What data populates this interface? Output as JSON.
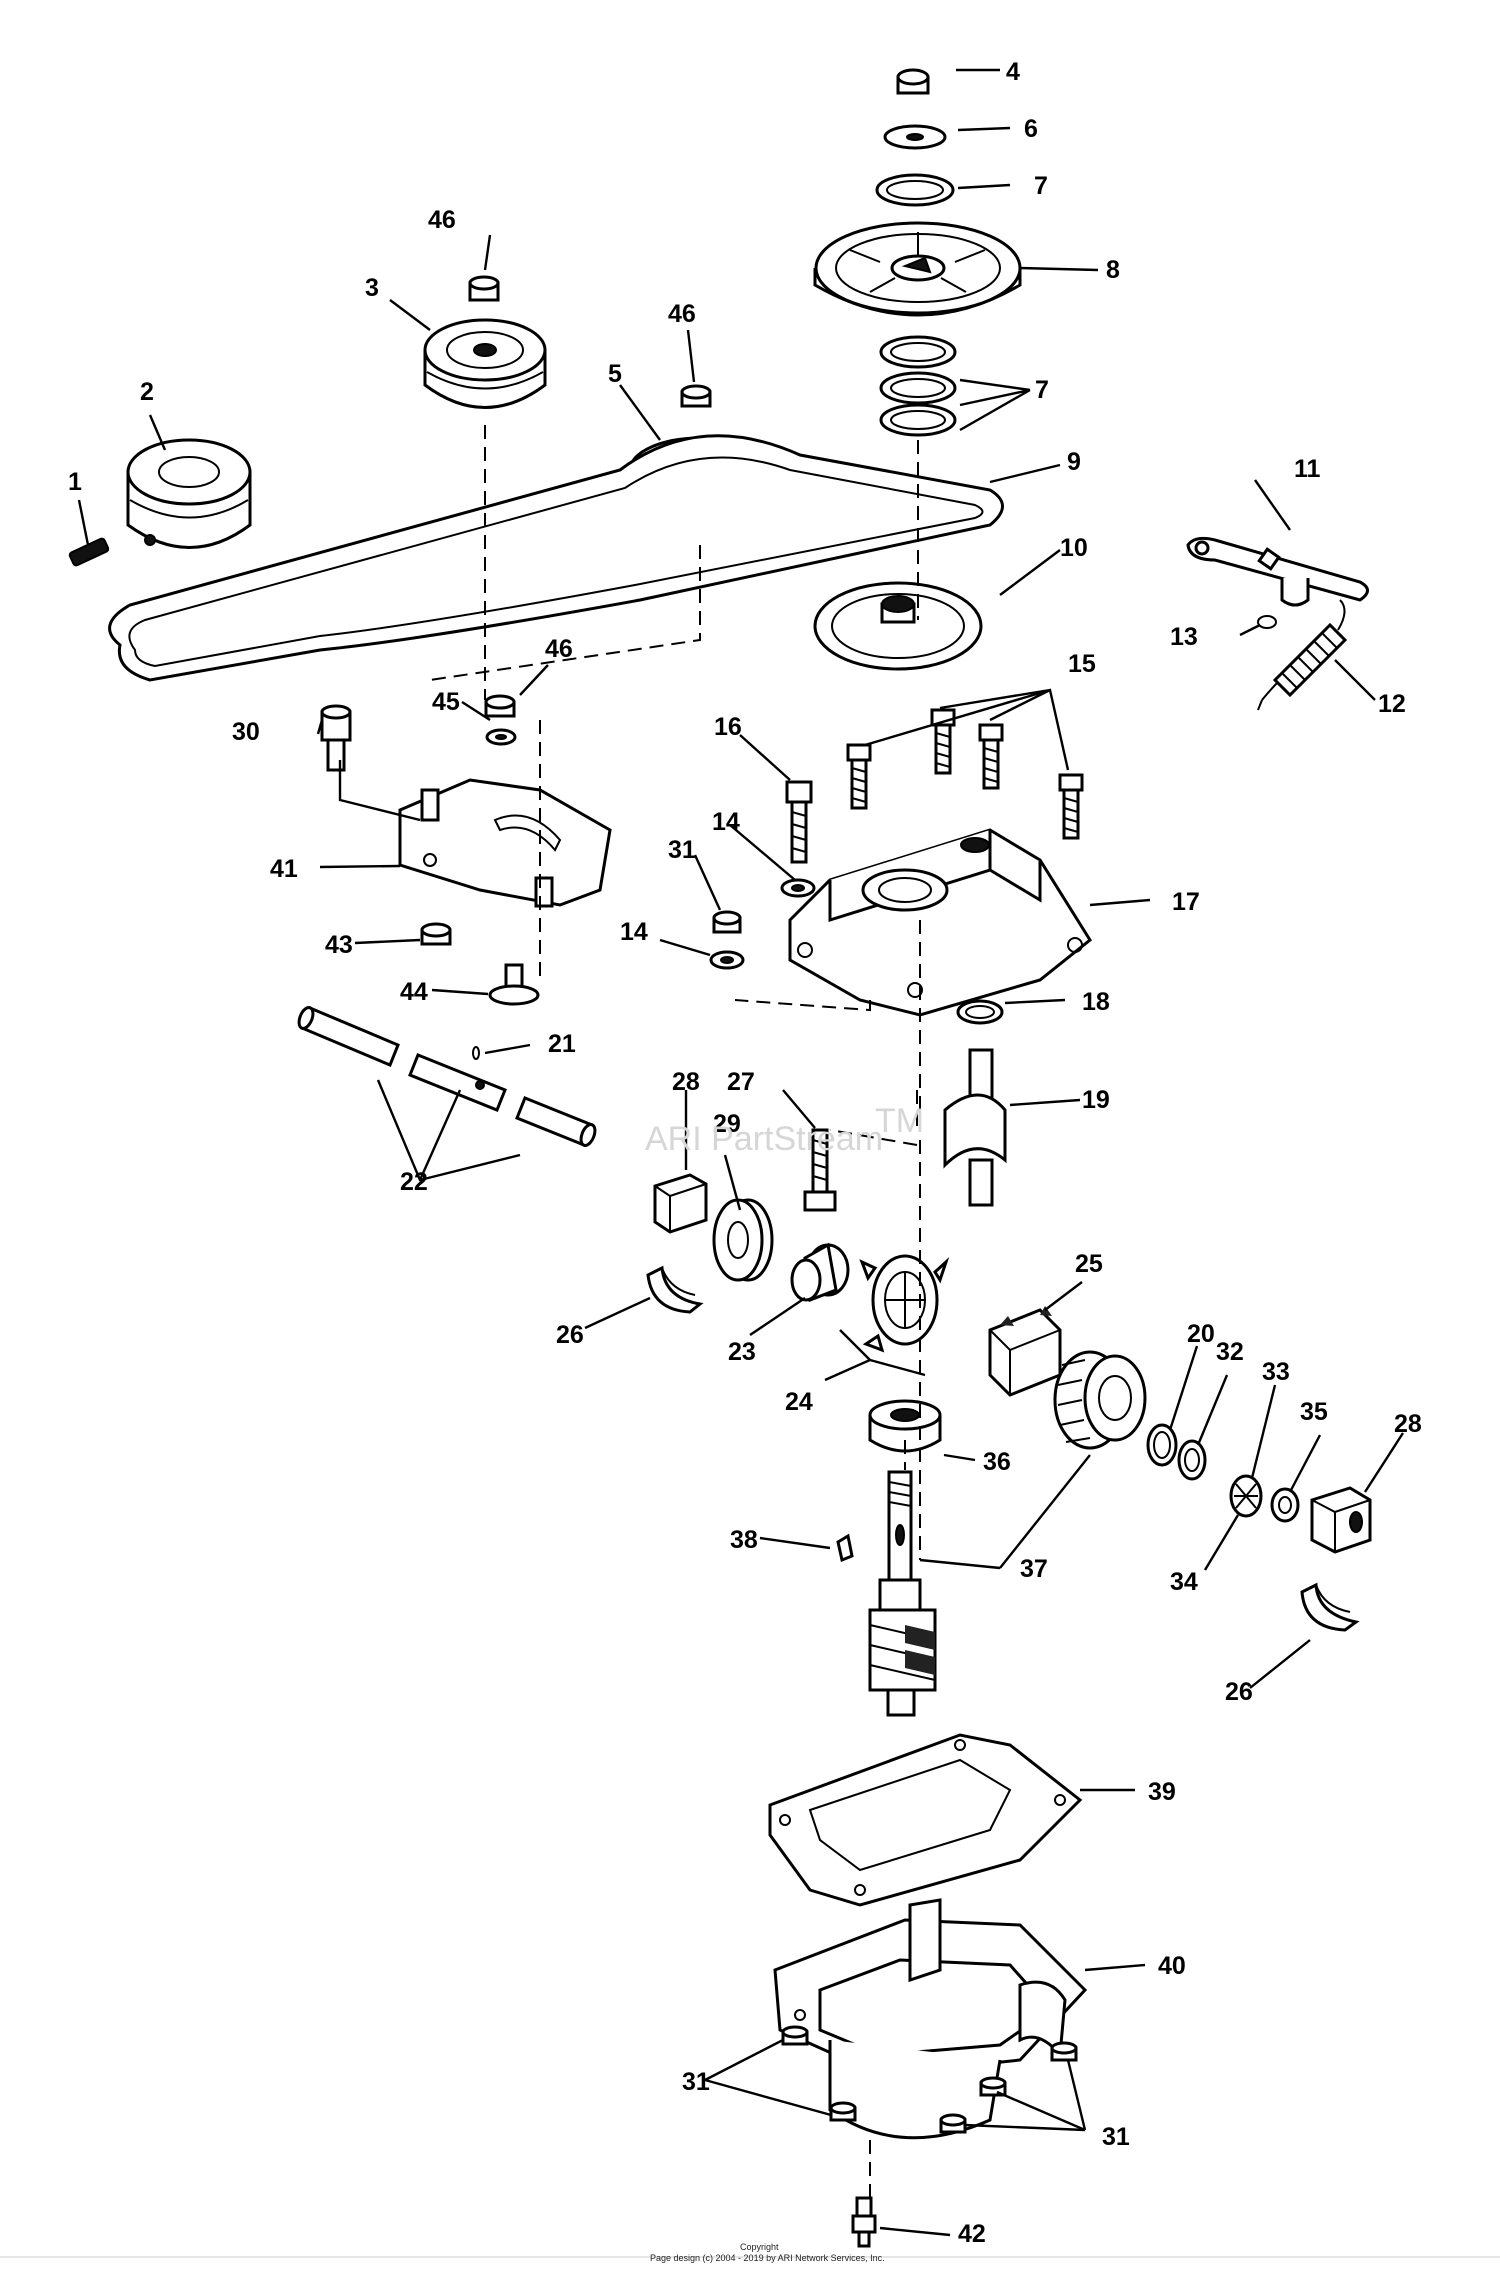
{
  "watermark": "ARI PartStream",
  "watermark_tm": "TM",
  "footer": {
    "line1": "Copyright",
    "line2": "Page design (c) 2004 - 2019 by ARI Network Services, Inc."
  },
  "callouts": {
    "c1": "1",
    "c2": "2",
    "c3": "3",
    "c4": "4",
    "c5": "5",
    "c6": "6",
    "c7a": "7",
    "c7b": "7",
    "c8": "8",
    "c9": "9",
    "c10": "10",
    "c11": "11",
    "c12": "12",
    "c13": "13",
    "c14a": "14",
    "c14b": "14",
    "c15": "15",
    "c16": "16",
    "c17": "17",
    "c18": "18",
    "c19": "19",
    "c20": "20",
    "c21": "21",
    "c22": "22",
    "c23": "23",
    "c24": "24",
    "c25": "25",
    "c26a": "26",
    "c26b": "26",
    "c27": "27",
    "c28a": "28",
    "c28b": "28",
    "c29": "29",
    "c30": "30",
    "c31a": "31",
    "c31b": "31",
    "c31c": "31",
    "c32": "32",
    "c33": "33",
    "c34": "34",
    "c35": "35",
    "c36": "36",
    "c37": "37",
    "c38": "38",
    "c39": "39",
    "c40": "40",
    "c41": "41",
    "c42": "42",
    "c43": "43",
    "c44": "44",
    "c45": "45",
    "c46a": "46",
    "c46b": "46",
    "c46c": "46"
  }
}
